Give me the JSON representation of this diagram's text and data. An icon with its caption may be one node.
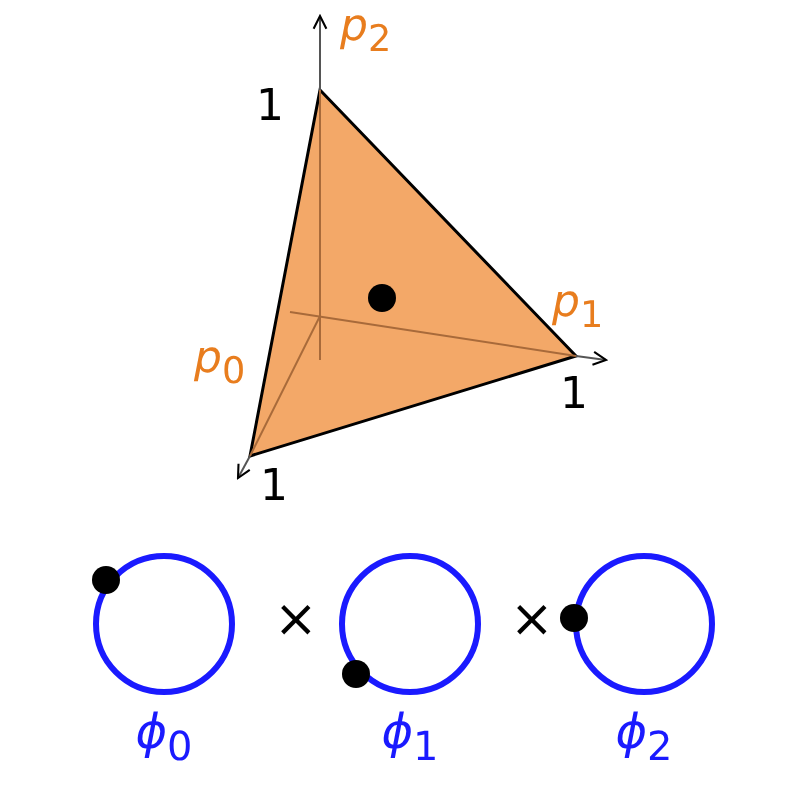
{
  "diagram": {
    "nodes": [
      {
        "text": [
          "*ϕ*$_{0}$"
        ]
      },
      {
        "text": [
          "*ϕ*$_{1}$"
        ]
      },
      {
        "text": [
          "*ϕ*$_{2}$"
        ]
      }
    ],
    "labels": [
      "*p*$_{2}$",
      "1",
      "*p*$_{1}$",
      "*p*$_{0}$",
      "1",
      "1",
      "×",
      "×"
    ]
  }
}
